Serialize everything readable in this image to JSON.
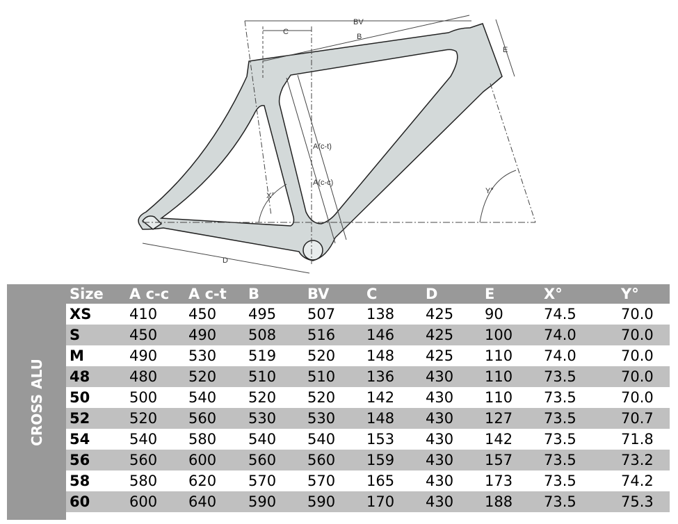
{
  "diagram": {
    "labels": {
      "bv": "BV",
      "b": "B",
      "c": "C",
      "e": "E",
      "act": "A(c-t)",
      "acc": "A(c-c)",
      "x": "X°",
      "y": "Y°",
      "d": "D"
    }
  },
  "table": {
    "group_label": "CROSS ALU",
    "headers": [
      "Size",
      "A c-c",
      "A c-t",
      "B",
      "BV",
      "C",
      "D",
      "E",
      "X°",
      "Y°"
    ],
    "rows": [
      [
        "XS",
        "410",
        "450",
        "495",
        "507",
        "138",
        "425",
        "90",
        "74.5",
        "70.0"
      ],
      [
        "S",
        "450",
        "490",
        "508",
        "516",
        "146",
        "425",
        "100",
        "74.0",
        "70.0"
      ],
      [
        "M",
        "490",
        "530",
        "519",
        "520",
        "148",
        "425",
        "110",
        "74.0",
        "70.0"
      ],
      [
        "48",
        "480",
        "520",
        "510",
        "510",
        "136",
        "430",
        "110",
        "73.5",
        "70.0"
      ],
      [
        "50",
        "500",
        "540",
        "520",
        "520",
        "142",
        "430",
        "110",
        "73.5",
        "70.0"
      ],
      [
        "52",
        "520",
        "560",
        "530",
        "530",
        "148",
        "430",
        "127",
        "73.5",
        "70.7"
      ],
      [
        "54",
        "540",
        "580",
        "540",
        "540",
        "153",
        "430",
        "142",
        "73.5",
        "71.8"
      ],
      [
        "56",
        "560",
        "600",
        "560",
        "560",
        "159",
        "430",
        "157",
        "73.5",
        "73.2"
      ],
      [
        "58",
        "580",
        "620",
        "570",
        "570",
        "165",
        "430",
        "173",
        "73.5",
        "74.2"
      ],
      [
        "60",
        "600",
        "640",
        "590",
        "590",
        "170",
        "430",
        "188",
        "73.5",
        "75.3"
      ]
    ]
  }
}
